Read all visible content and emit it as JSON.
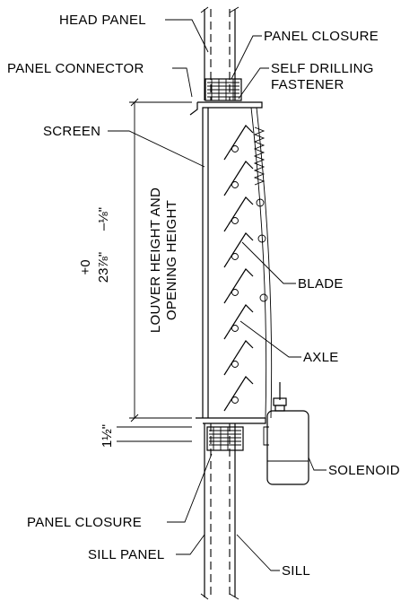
{
  "labels": {
    "head_panel": "HEAD PANEL",
    "panel_closure_top": "PANEL CLOSURE",
    "panel_connector": "PANEL CONNECTOR",
    "self_drilling_1": "SELF DRILLING",
    "self_drilling_2": "FASTENER",
    "screen": "SCREEN",
    "blade": "BLADE",
    "axle": "AXLE",
    "solenoid": "SOLENOID",
    "panel_closure_bottom": "PANEL CLOSURE",
    "sill_panel": "SILL PANEL",
    "sill": "SILL"
  },
  "dimensions": {
    "tol_plus": "+0",
    "tol_minus": "–⅛\"",
    "height_value": "23⅞\"",
    "height_label_1": "LOUVER HEIGHT AND",
    "height_label_2": "OPENING HEIGHT",
    "sill_offset": "1½\""
  },
  "colors": {
    "ink": "#000000",
    "background": "#ffffff"
  }
}
